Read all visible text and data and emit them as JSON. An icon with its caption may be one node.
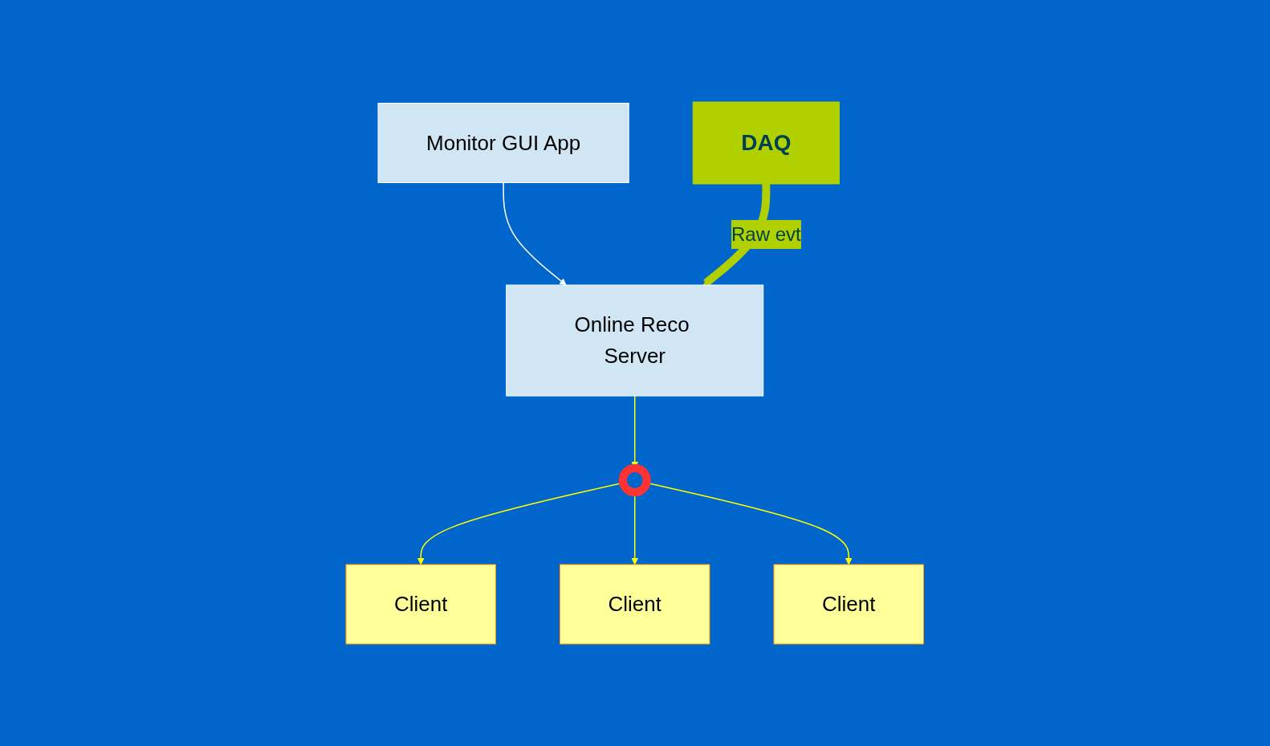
{
  "diagram": {
    "nodes": [
      {
        "text": [
          "Monitor GUI App"
        ]
      },
      {
        "text": [
          "Online Reco Server"
        ]
      },
      {
        "text": [
          "DAQ"
        ]
      },
      {
        "text": [],
        "shape": "circle"
      },
      {
        "text": [
          "Client"
        ]
      },
      {
        "text": [
          "Client"
        ]
      },
      {
        "text": [
          "Client"
        ]
      }
    ],
    "edges": [
      {
        "from": 0,
        "to": 1,
        "arrow": "to",
        "color": "#ffffff"
      },
      {
        "from": 2,
        "to": 1,
        "arrow": "to",
        "label": "Raw evt",
        "style": "thick",
        "color": "#b0d000"
      },
      {
        "from": 1,
        "to": 3,
        "arrow": "to"
      },
      {
        "from": 3,
        "to": 4,
        "arrow": "to"
      },
      {
        "from": 3,
        "to": 5,
        "arrow": "to"
      },
      {
        "from": 3,
        "to": 6,
        "arrow": "to"
      }
    ]
  }
}
